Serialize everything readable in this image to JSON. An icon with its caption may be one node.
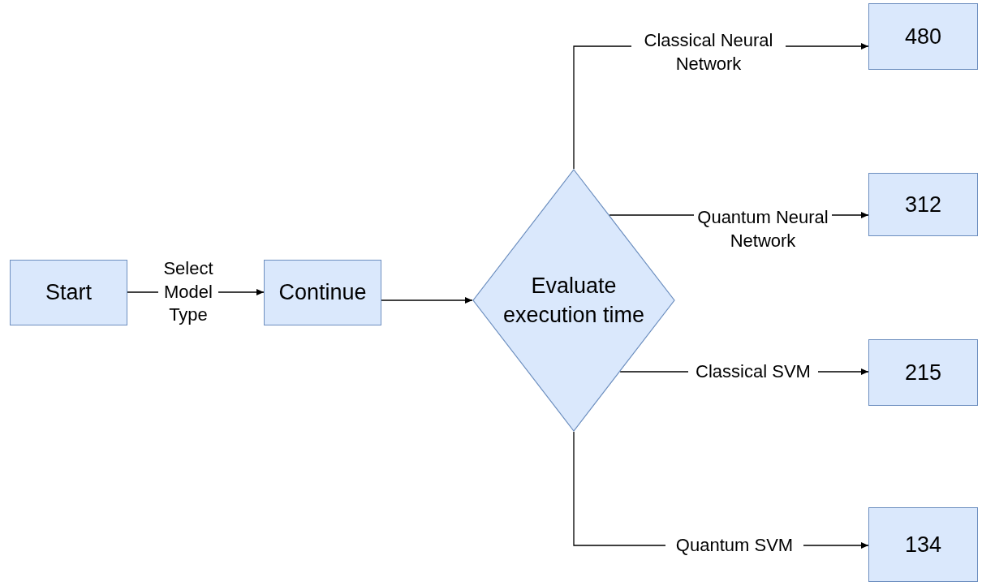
{
  "diagram": {
    "nodes": [
      {
        "text": [
          "Start"
        ]
      },
      {
        "text": [
          "Continue"
        ]
      },
      {
        "text": [
          "Evaluate execution time"
        ]
      },
      {
        "text": [
          "480"
        ]
      },
      {
        "text": [
          "312"
        ]
      },
      {
        "text": [
          "215"
        ]
      },
      {
        "text": [
          "134"
        ]
      }
    ],
    "edges": [
      {
        "from": 0,
        "to": 1,
        "arrow": "to",
        "label": "Select Model Type"
      },
      {
        "from": 1,
        "to": 2,
        "arrow": "to"
      },
      {
        "from": 2,
        "to": 3,
        "arrow": "to",
        "label": "Classical Neural Network"
      },
      {
        "from": 2,
        "to": 4,
        "arrow": "to",
        "label": "Quantum Neural Network"
      },
      {
        "from": 2,
        "to": 5,
        "arrow": "to",
        "label": "Classical SVM"
      },
      {
        "from": 2,
        "to": 6,
        "arrow": "to",
        "label": "Quantum SVM"
      }
    ]
  }
}
